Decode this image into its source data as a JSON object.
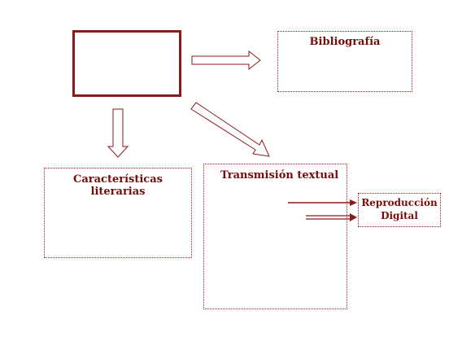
{
  "diagram": {
    "nodes": {
      "main": {
        "label": ""
      },
      "bibliografia": {
        "label": "Bibliografía"
      },
      "caracteristicas": {
        "label": "Características literarias"
      },
      "transmision": {
        "label": "Transmisión textual"
      },
      "reproduccion": {
        "label_line1": "Reproducción",
        "label_line2": "Digital"
      }
    },
    "colors": {
      "stroke": "#8b1a1a",
      "text": "#7a0a0a",
      "background": "#ffffff"
    }
  }
}
